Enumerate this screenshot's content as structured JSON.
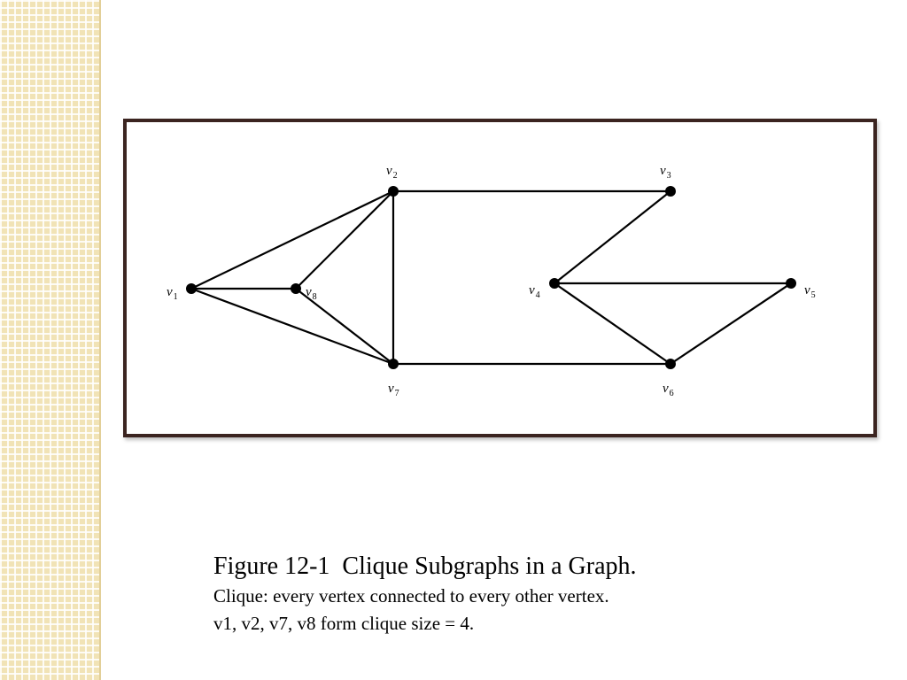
{
  "figure": {
    "vertices": [
      {
        "id": "v1",
        "letter": "v",
        "sub": "1"
      },
      {
        "id": "v2",
        "letter": "v",
        "sub": "2"
      },
      {
        "id": "v3",
        "letter": "v",
        "sub": "3"
      },
      {
        "id": "v4",
        "letter": "v",
        "sub": "4"
      },
      {
        "id": "v5",
        "letter": "v",
        "sub": "5"
      },
      {
        "id": "v6",
        "letter": "v",
        "sub": "6"
      },
      {
        "id": "v7",
        "letter": "v",
        "sub": "7"
      },
      {
        "id": "v8",
        "letter": "v",
        "sub": "8"
      }
    ],
    "edges": [
      [
        "v1",
        "v2"
      ],
      [
        "v1",
        "v8"
      ],
      [
        "v1",
        "v7"
      ],
      [
        "v8",
        "v2"
      ],
      [
        "v8",
        "v7"
      ],
      [
        "v2",
        "v7"
      ],
      [
        "v2",
        "v3"
      ],
      [
        "v3",
        "v4"
      ],
      [
        "v4",
        "v5"
      ],
      [
        "v4",
        "v6"
      ],
      [
        "v5",
        "v6"
      ],
      [
        "v7",
        "v6"
      ]
    ]
  },
  "caption": {
    "title": "Figure 12-1  Clique Subgraphs in a Graph.",
    "line1": "Clique: every vertex connected to every other vertex.",
    "line2": "v1, v2, v7, v8 form clique size = 4."
  },
  "colors": {
    "frame_border": "#3b2420",
    "side_strip": "#f1e3b6"
  }
}
